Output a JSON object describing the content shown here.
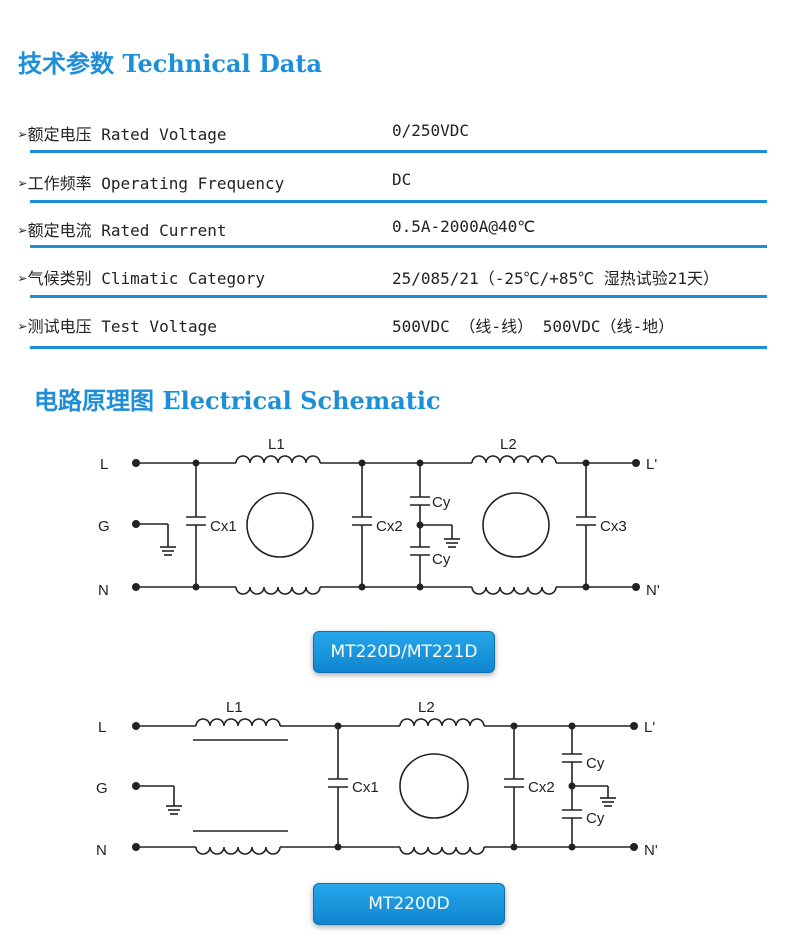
{
  "technical_data": {
    "title": "技术参数 Technical Data",
    "rows": [
      {
        "label": "➢额定电压 Rated Voltage",
        "value": "0/250VDC"
      },
      {
        "label": "➢工作频率 Operating Frequency",
        "value": "DC"
      },
      {
        "label": "➢额定电流 Rated Current",
        "value": "0.5A-2000A@40℃"
      },
      {
        "label": "➢气候类别 Climatic Category",
        "value": "25/085/21（-25℃/+85℃ 湿热试验21天）"
      },
      {
        "label": "➢测试电压 Test Voltage",
        "value": "500VDC （线-线）   500VDC（线-地）"
      }
    ]
  },
  "schematic": {
    "title": "电路原理图 Electrical Schematic",
    "diagram1": {
      "terminals": {
        "l": "L",
        "g": "G",
        "n": "N",
        "l_out": "L'",
        "n_out": "N'"
      },
      "components": {
        "l1": "L1",
        "l2": "L2",
        "cx1": "Cx1",
        "cx2": "Cx2",
        "cx3": "Cx3",
        "cy_top": "Cy",
        "cy_bottom": "Cy"
      },
      "model": "MT220D/MT221D"
    },
    "diagram2": {
      "terminals": {
        "l": "L",
        "g": "G",
        "n": "N",
        "l_out": "L'",
        "n_out": "N'"
      },
      "components": {
        "l1": "L1",
        "l2": "L2",
        "cx1": "Cx1",
        "cx2": "Cx2",
        "cy_top": "Cy",
        "cy_bottom": "Cy"
      },
      "model": "MT2200D"
    }
  },
  "colors": {
    "accent": "#1d8fd8",
    "text": "#222222",
    "button": "#1a96e0"
  }
}
